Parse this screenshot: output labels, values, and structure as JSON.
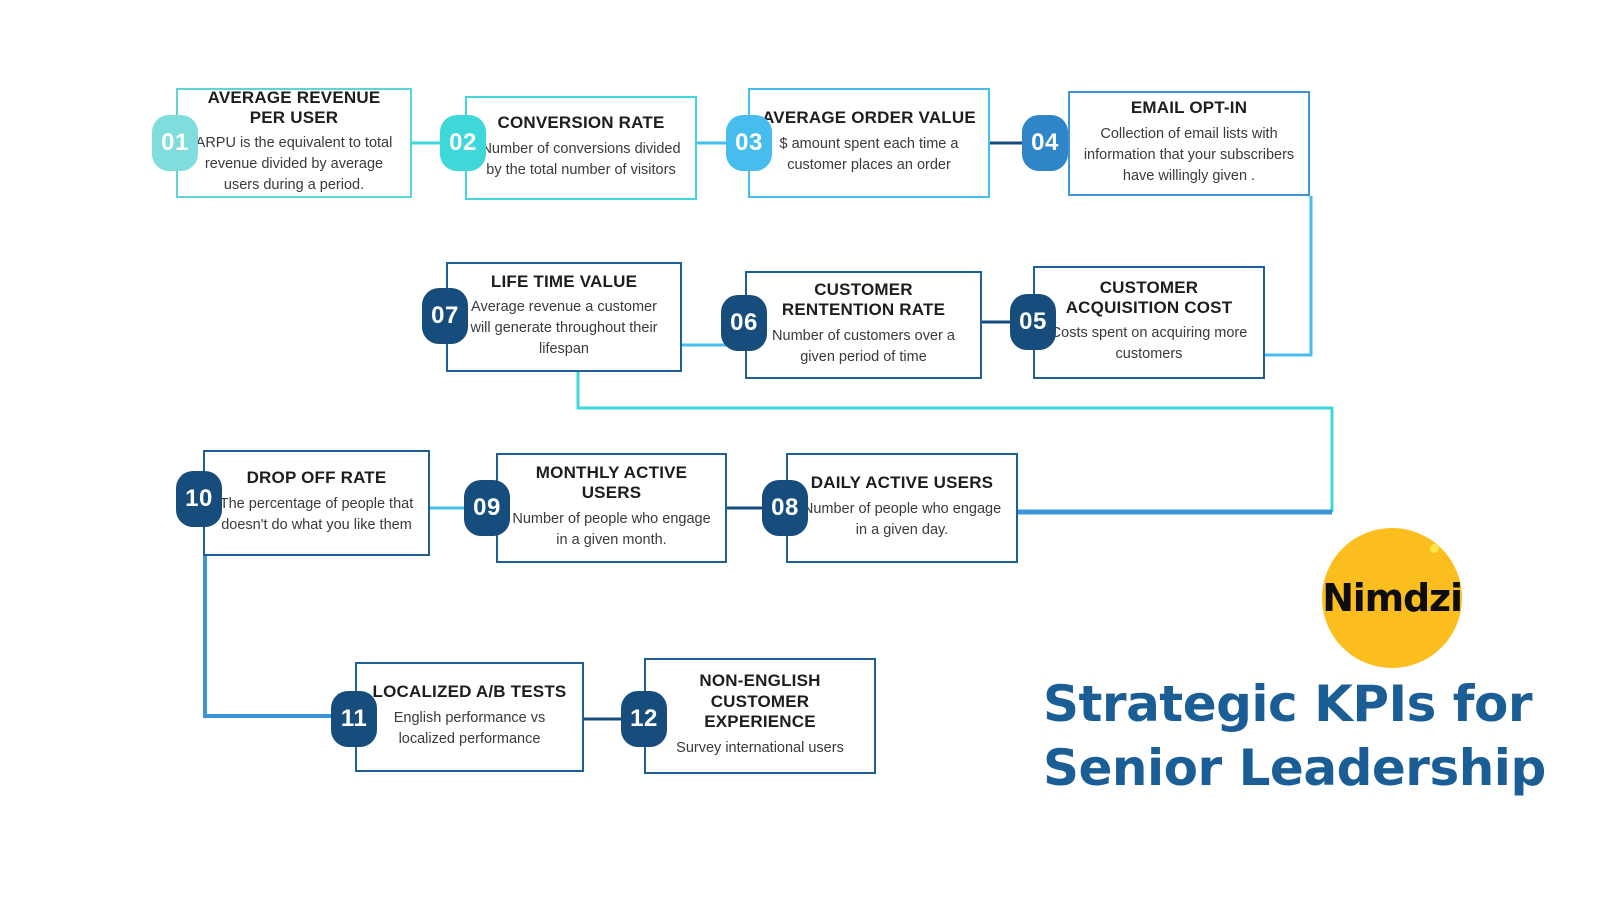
{
  "poster": {
    "headline_line1": "Strategic KPIs for",
    "headline_line2": "Senior Leadership",
    "brand": "Nimdzi",
    "background": "#ffffff",
    "headline_color": "#1B5E96",
    "logo_color": "#FCBD1E"
  },
  "palette": {
    "teal_pale": "#7FDDDB",
    "teal": "#3ED8D8",
    "cyan": "#46BDEC",
    "blue_mid": "#2E86C8",
    "blue_dark": "#1F5E96",
    "navy": "#174D7C"
  },
  "steps": [
    {
      "number": "01",
      "title": "AVERAGE REVENUE PER USER",
      "description": "ARPU is the equivalent to total revenue divided by average users during a period.",
      "badge_color": "#7FDDDB",
      "border_color": "#5BD6D4"
    },
    {
      "number": "02",
      "title": "CONVERSION RATE",
      "description": "Number of conversions divided by the total number of visitors",
      "badge_color": "#3ED8D8",
      "border_color": "#3ED8D8"
    },
    {
      "number": "03",
      "title": "AVERAGE ORDER VALUE",
      "description": "$ amount spent each time a customer places an order",
      "badge_color": "#46BDEC",
      "border_color": "#46BDEC"
    },
    {
      "number": "04",
      "title": "EMAIL OPT-IN",
      "description": "Collection of email lists with information that your subscribers have willingly given .",
      "badge_color": "#2E86C8",
      "border_color": "#3E95D6"
    },
    {
      "number": "05",
      "title": "CUSTOMER ACQUISITION COST",
      "description": "Costs spent on acquiring more customers",
      "badge_color": "#174D7C",
      "border_color": "#1F5E96"
    },
    {
      "number": "06",
      "title": "CUSTOMER RENTENTION RATE",
      "description": "Number of customers  over a given period of time",
      "badge_color": "#174D7C",
      "border_color": "#1F5E96"
    },
    {
      "number": "07",
      "title": "LIFE TIME VALUE",
      "description": "Average revenue  a customer will generate throughout their lifespan",
      "badge_color": "#174D7C",
      "border_color": "#1F5E96"
    },
    {
      "number": "08",
      "title": "DAILY ACTIVE USERS",
      "description": "Number of people who engage in a given day.",
      "badge_color": "#174D7C",
      "border_color": "#1F5E96"
    },
    {
      "number": "09",
      "title": "MONTHLY ACTIVE USERS",
      "description": "Number of people who engage in a given month.",
      "badge_color": "#174D7C",
      "border_color": "#1F5E96"
    },
    {
      "number": "10",
      "title": "DROP OFF RATE",
      "description": "The percentage of people that doesn't do what you like them",
      "badge_color": "#174D7C",
      "border_color": "#1F5E96"
    },
    {
      "number": "11",
      "title": "LOCALIZED A/B TESTS",
      "description": "English performance vs localized performance",
      "badge_color": "#174D7C",
      "border_color": "#1F5E96"
    },
    {
      "number": "12",
      "title": "NON-ENGLISH CUSTOMER EXPERIENCE",
      "description": "Survey international users",
      "badge_color": "#174D7C",
      "border_color": "#1F5E96"
    }
  ]
}
